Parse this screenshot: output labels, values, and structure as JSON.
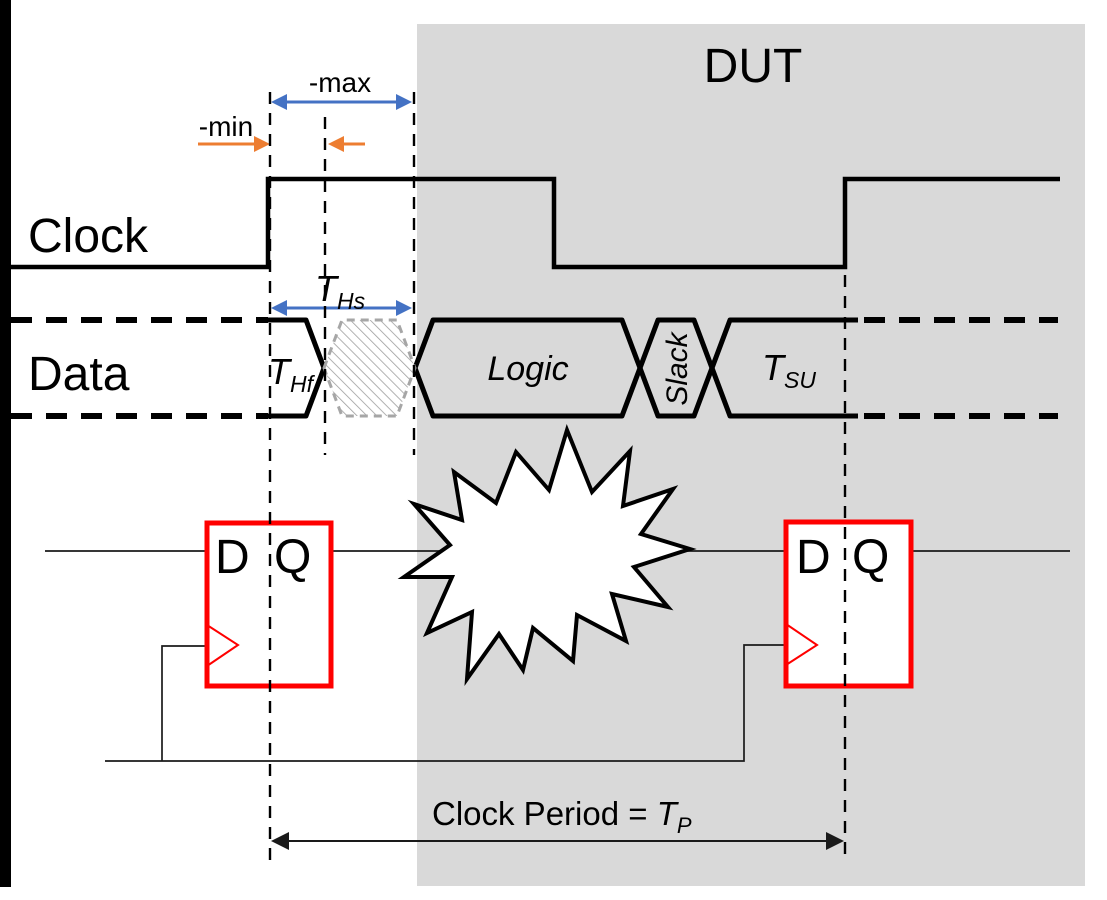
{
  "figure": {
    "dut_label": "DUT",
    "clock_label": "Clock",
    "data_label": "Data"
  },
  "bus_segments": {
    "logic_label": "Logic",
    "slack_label": "Slack"
  },
  "timing_annotations": {
    "max_label": "-max",
    "min_label": "-min",
    "t_hold_slow": {
      "main": "T",
      "sub": "Hs"
    },
    "t_hold_fast": {
      "main": "T",
      "sub": "Hf"
    },
    "t_setup": {
      "main": "T",
      "sub": "SU"
    },
    "clock_period": {
      "prefix": "Clock Period = ",
      "main": "T",
      "sub": "P"
    }
  },
  "flip_flops": {
    "d_label": "D",
    "q_label": "Q"
  },
  "colors": {
    "accent_blue": "#4472C4",
    "accent_orange": "#ED7D31",
    "flipflop_red": "#FF0000",
    "dut_background": "#D9D9D9",
    "hatch_gray": "#A6A6A6",
    "wire_gray": "#1a1a1a"
  }
}
